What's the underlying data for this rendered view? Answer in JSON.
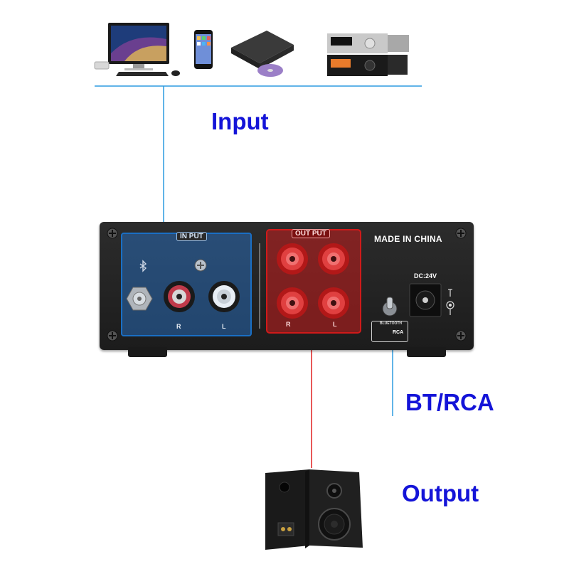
{
  "labels": {
    "input": "Input",
    "bt_rca": "BT/RCA",
    "output": "Output"
  },
  "panel": {
    "input_box_title": "IN PUT",
    "output_box_title": "OUT PUT",
    "made_in": "MADE IN CHINA",
    "dc_label": "DC:24V",
    "channel_r": "R",
    "channel_l": "L",
    "switch_top": "BLUETOOTH",
    "switch_bottom": "RCA"
  },
  "colors": {
    "label_blue": "#1414d8",
    "input_line": "#2d9be0",
    "output_line": "#e02020",
    "input_box": "#1a6fc4",
    "output_box": "#d01a1a"
  },
  "icons": {
    "sources": [
      "desktop-computer-icon",
      "smartphone-icon",
      "dvd-player-icon",
      "amplifier-icon"
    ],
    "output": "speakers-icon"
  }
}
